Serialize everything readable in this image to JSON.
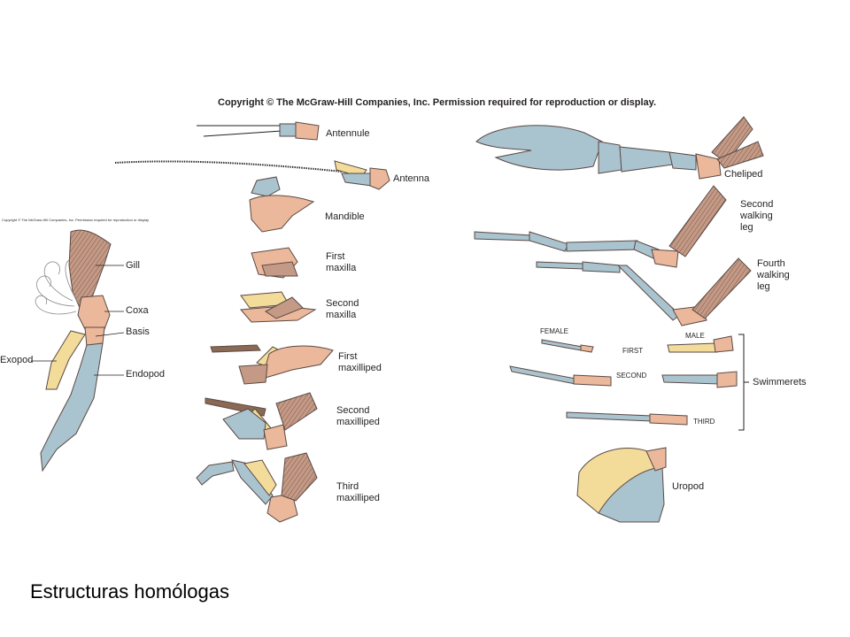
{
  "copyright_main": "Copyright © The McGraw-Hill Companies, Inc. Permission required for reproduction or display.",
  "copyright_small": "Copyright © The McGraw-Hill Companies, Inc. Permission required for reproduction or display",
  "leg_labels": {
    "gill": "Gill",
    "coxa": "Coxa",
    "basis": "Basis",
    "exopod": "Exopod",
    "endopod": "Endopod"
  },
  "head_appendages": {
    "antennule": "Antennule",
    "antenna": "Antenna",
    "mandible": "Mandible",
    "first_maxilla": "First\nmaxilla",
    "second_maxilla": "Second\nmaxilla",
    "first_maxilliped": "First\nmaxilliped",
    "second_maxilliped": "Second\nmaxilliped",
    "third_maxilliped": "Third\nmaxilliped"
  },
  "thoracic_appendages": {
    "cheliped": "Cheliped",
    "second_walking_leg": "Second\nwalking\nleg",
    "fourth_walking_leg": "Fourth\nwalking\nleg"
  },
  "swimmerets": {
    "female": "FEMALE",
    "male": "MALE",
    "first": "FIRST",
    "second": "SECOND",
    "third": "THIRD",
    "group_label": "Swimmerets"
  },
  "uropod": "Uropod",
  "caption": "Estructuras homólogas",
  "colors": {
    "blue": "#a9c3cf",
    "orange": "#ecb89b",
    "yellow": "#f3dc9a",
    "brown": "#c49a86",
    "outline": "#5a4a45"
  }
}
